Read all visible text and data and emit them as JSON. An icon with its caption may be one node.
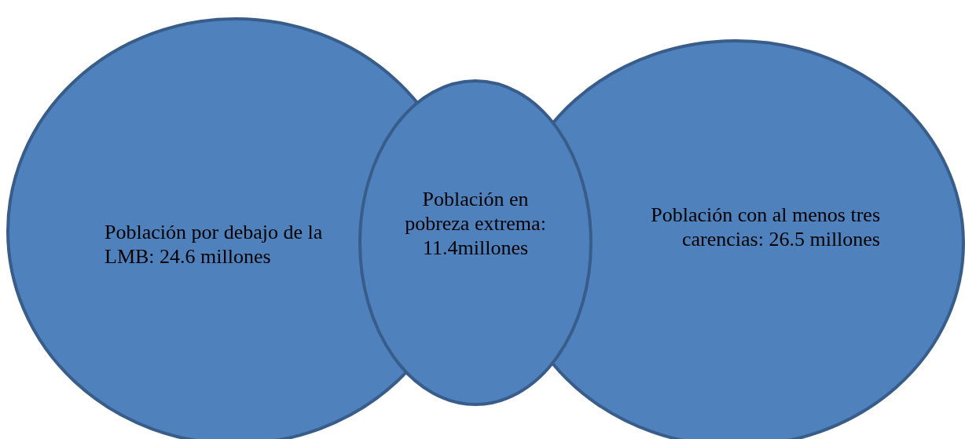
{
  "diagram": {
    "nodes": [
      {
        "text": [
          "Población por debajo de la LMB: 24.6 millones"
        ]
      },
      {
        "text": [
          "Población en pobreza extrema: 11.4millones"
        ]
      },
      {
        "text": [
          "Población con al menos tres carencias: 26.5 millones"
        ]
      }
    ]
  }
}
